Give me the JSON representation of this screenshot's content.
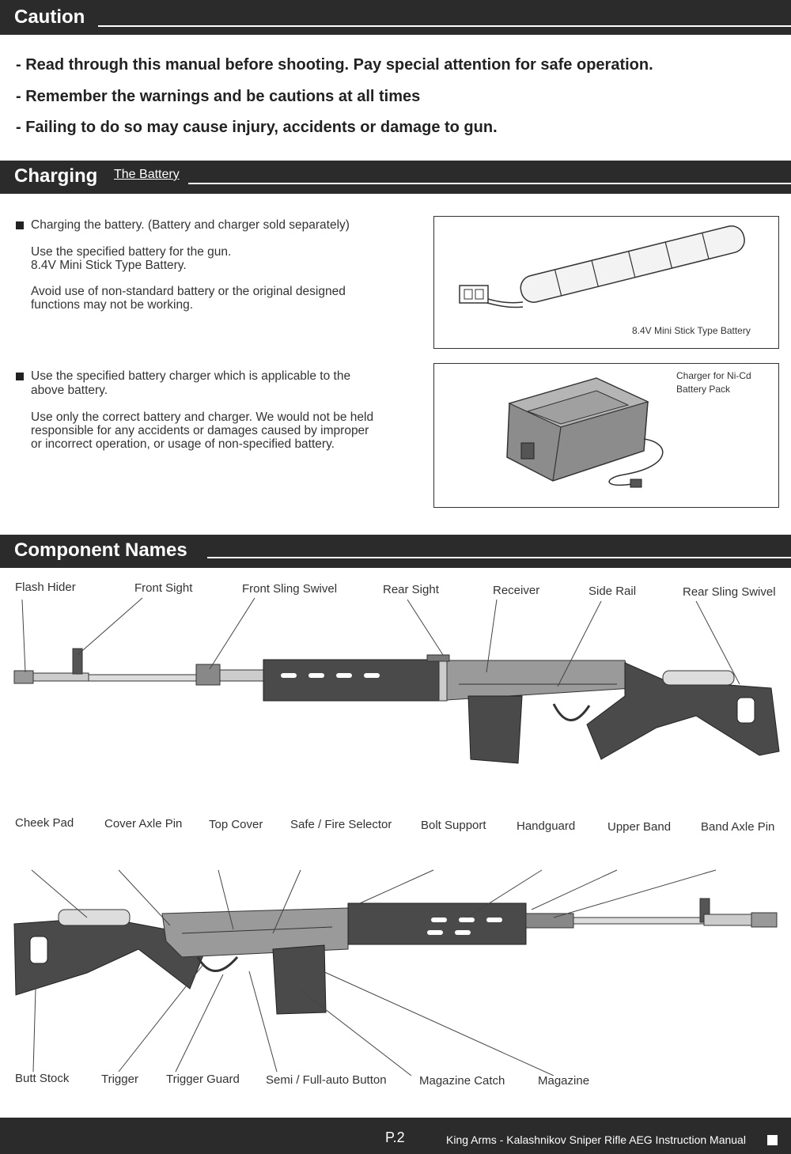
{
  "caution": {
    "title": "Caution",
    "lines": [
      "- Read through this manual before shooting. Pay special attention for safe operation.",
      "- Remember the warnings and be cautions at all times",
      "- Failing to do so may cause injury, accidents or damage to gun."
    ]
  },
  "charging": {
    "title": "Charging",
    "subtitle": "The Battery",
    "battery": {
      "head": "Charging the battery. (Battery and charger sold separately)",
      "para1_line1": "Use the specified battery for the gun.",
      "para1_line2": "8.4V Mini Stick Type Battery.",
      "para2_line1": "Avoid use of non-standard battery or the original designed",
      "para2_line2": "functions may not be working.",
      "image_caption": "8.4V Mini Stick Type Battery"
    },
    "charger": {
      "head_line1": "Use the specified battery charger which is applicable to the",
      "head_line2": "above battery.",
      "para_line1": "Use only the correct battery and charger. We would not be held",
      "para_line2": "responsible for any accidents or damages caused by improper",
      "para_line3": "or incorrect operation, or usage of non-specified battery.",
      "image_caption_line1": "Charger for Ni-Cd",
      "image_caption_line2": "Battery Pack"
    }
  },
  "components": {
    "title": "Component Names",
    "top_labels": [
      "Flash Hider",
      "Front Sight",
      "Front Sling Swivel",
      "Rear Sight",
      "Receiver",
      "Side Rail",
      "Rear Sling Swivel"
    ],
    "bottom_top_labels": [
      "Cheek Pad",
      "Cover Axle Pin",
      "Top Cover",
      "Safe / Fire Selector",
      "Bolt Support",
      "Handguard",
      "Upper Band",
      "Band Axle Pin"
    ],
    "bottom_bottom_labels": [
      "Butt Stock",
      "Trigger",
      "Trigger Guard",
      "Semi / Full-auto Button",
      "Magazine Catch",
      "Magazine"
    ]
  },
  "footer": {
    "page": "P.2",
    "manual": "King Arms - Kalashnikov Sniper Rifle AEG Instruction Manual"
  }
}
